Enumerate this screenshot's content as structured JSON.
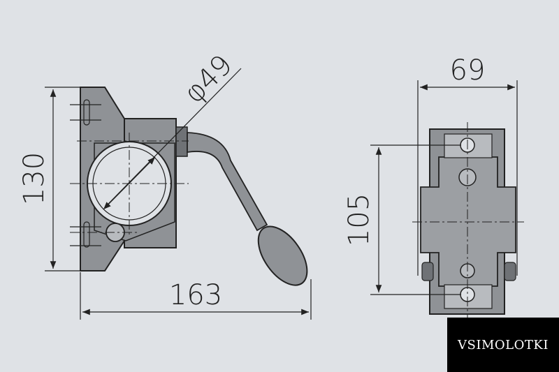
{
  "dimensions": {
    "diameter": "φ49",
    "height_side": "130",
    "width_side": "163",
    "width_front": "69",
    "height_front": "105"
  },
  "watermark": "VSIMOLOTKI",
  "colors": {
    "background": "#dfe2e6",
    "part_fill": "#8f9296",
    "line": "#222222"
  }
}
